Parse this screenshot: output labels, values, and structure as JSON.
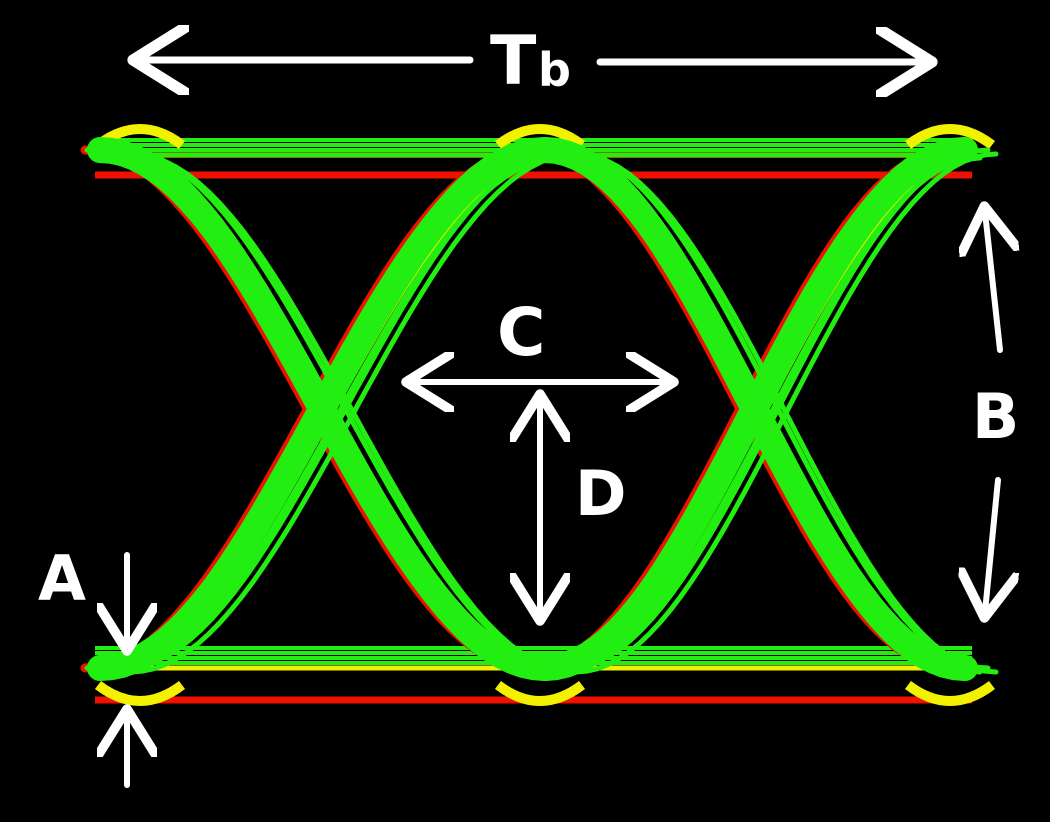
{
  "diagram": {
    "labels": {
      "bit_period_main": "T",
      "bit_period_sub": "b",
      "eye_width": "C",
      "eye_height": "D",
      "amplitude_distortion": "B",
      "noise_margin": "A"
    },
    "colors": {
      "background": "#000000",
      "trace_green": "#22ee11",
      "trace_yellow": "#f2f200",
      "trace_red": "#ee1100",
      "annotation": "#ffffff"
    }
  }
}
